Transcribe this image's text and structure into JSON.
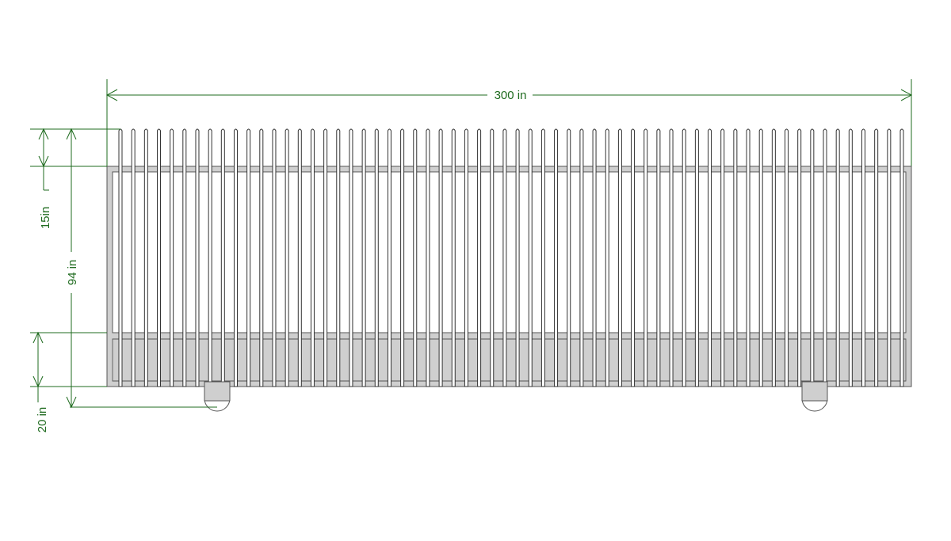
{
  "drawing": {
    "dimensions": {
      "width_label": "300 in",
      "overall_height_label": "94 in",
      "top_picket_label": "15in",
      "bottom_clearance_label": "20 in"
    },
    "gate": {
      "picket_count": 62,
      "roller_count": 2
    },
    "colors": {
      "dimension": "#1f6b1f",
      "frame_fill": "#cfcfcf",
      "frame_stroke": "#555555",
      "picket_stroke": "#333333"
    }
  }
}
